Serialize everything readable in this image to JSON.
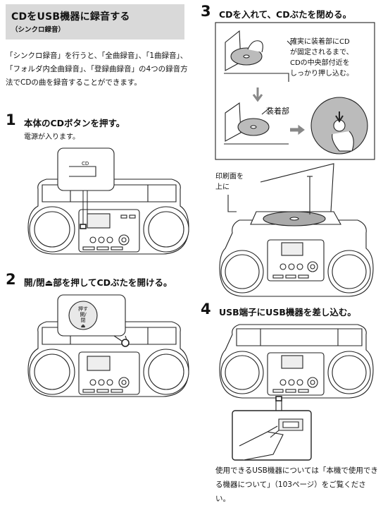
{
  "header": {
    "title": "CDをUSB機器に録音する",
    "subtitle": "（シンクロ録音）"
  },
  "intro": "「シンクロ録音」を行うと、「全曲録音」、「1曲録音」、「フォルダ内全曲録音」、「登録曲録音」の4つの録音方法でCDの曲を録音することができます。",
  "steps": [
    {
      "num": "1",
      "text": "本体のCDボタンを押す。",
      "note": "電源が入ります。",
      "callout": "CD"
    },
    {
      "num": "2",
      "text": "開/閉⏏部を押してCDぶたを開ける。",
      "callout_line1": "押す",
      "callout_line2": "開/閉",
      "callout_line3": "⏏"
    },
    {
      "num": "3",
      "text": "CDを入れて、CDぶたを閉める。",
      "callout": "確実に装着部にCDが固定されるまで、CDの中央部付近をしっかり押し込む。",
      "callout_lines": [
        "確実に装着部にCD",
        "が固定されるまで、",
        "CDの中央部付近を",
        "しっかり押し込む。"
      ],
      "mount_label": "装着部",
      "print_label_lines": [
        "印刷面を",
        "上に"
      ]
    },
    {
      "num": "4",
      "text": "USB端子にUSB機器を差し込む。"
    }
  ],
  "footnote": "使用できるUSB機器については「本機で使用できる機器について」（103ページ）をご覧ください。"
}
